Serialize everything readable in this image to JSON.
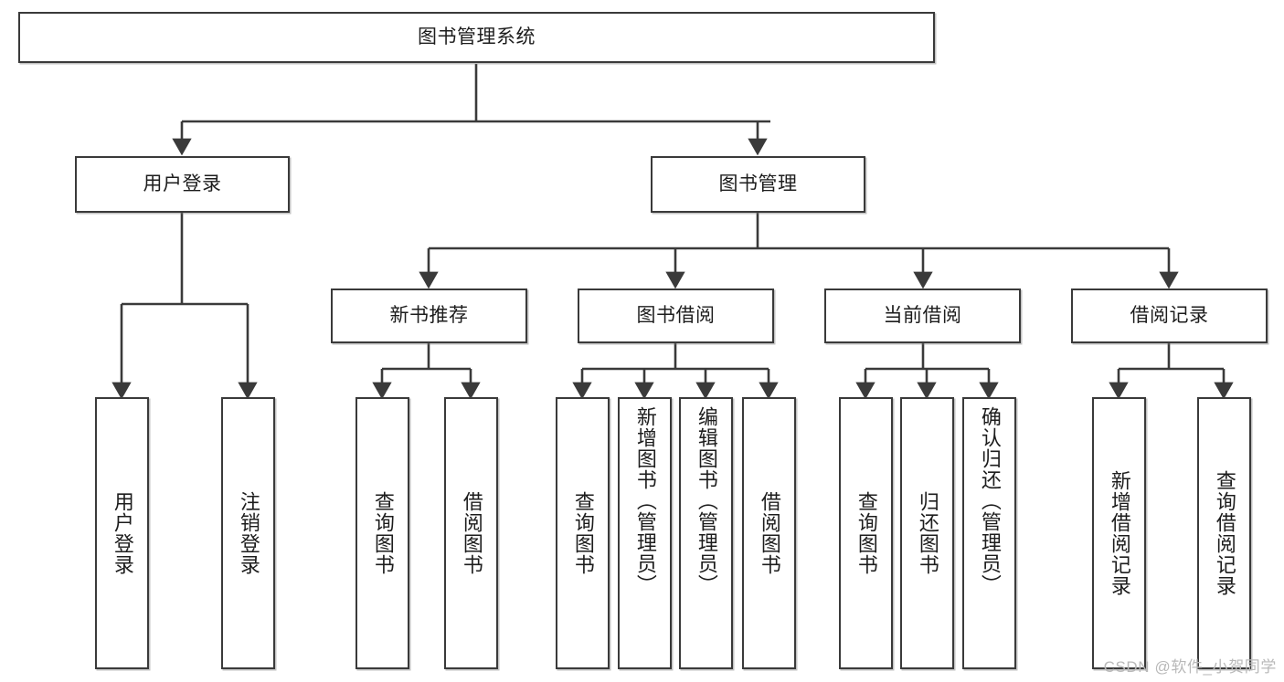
{
  "diagram": {
    "title": "图书管理系统",
    "type": "tree-hierarchy",
    "root": {
      "label": "图书管理系统"
    },
    "level1": [
      {
        "label": "用户登录"
      },
      {
        "label": "图书管理"
      }
    ],
    "level2": [
      {
        "label": "新书推荐",
        "parent": "图书管理"
      },
      {
        "label": "图书借阅",
        "parent": "图书管理"
      },
      {
        "label": "当前借阅",
        "parent": "图书管理"
      },
      {
        "label": "借阅记录",
        "parent": "图书管理"
      }
    ],
    "leaves": {
      "user_login": [
        {
          "label": "用户登录"
        },
        {
          "label": "注销登录"
        }
      ],
      "new_book_recommend": [
        {
          "label": "查询图书"
        },
        {
          "label": "借阅图书"
        }
      ],
      "book_borrow": [
        {
          "label": "查询图书"
        },
        {
          "label": "新增图书（管理员）"
        },
        {
          "label": "编辑图书（管理员）"
        },
        {
          "label": "借阅图书"
        }
      ],
      "current_borrow": [
        {
          "label": "查询图书"
        },
        {
          "label": "归还图书"
        },
        {
          "label": "确认归还（管理员）"
        }
      ],
      "borrow_record": [
        {
          "label": "新增借阅记录"
        },
        {
          "label": "查询借阅记录"
        }
      ]
    }
  },
  "watermark": {
    "text": "CSDN @软件_小贺同学"
  },
  "colors": {
    "stroke": "#3a3a3a",
    "text": "#1d1d1d",
    "background": "#ffffff",
    "watermark": "#b9b9b9"
  }
}
